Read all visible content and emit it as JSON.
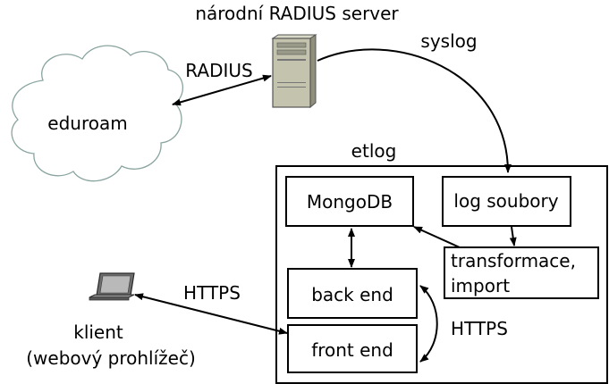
{
  "labels": {
    "server_title": "národní RADIUS server",
    "syslog": "syslog",
    "radius": "RADIUS",
    "eduroam": "eduroam",
    "etlog": "etlog",
    "https_client": "HTTPS",
    "https_internal": "HTTPS",
    "client_line1": "klient",
    "client_line2": "(webový prohlížeč)"
  },
  "boxes": {
    "mongodb": "MongoDB",
    "log_files": "log soubory",
    "transform_line1": "transformace,",
    "transform_line2": "import",
    "back_end": "back end",
    "front_end": "front end"
  },
  "icons": {
    "server": "server-tower-icon",
    "client": "laptop-icon",
    "cloud": "cloud-shape"
  }
}
